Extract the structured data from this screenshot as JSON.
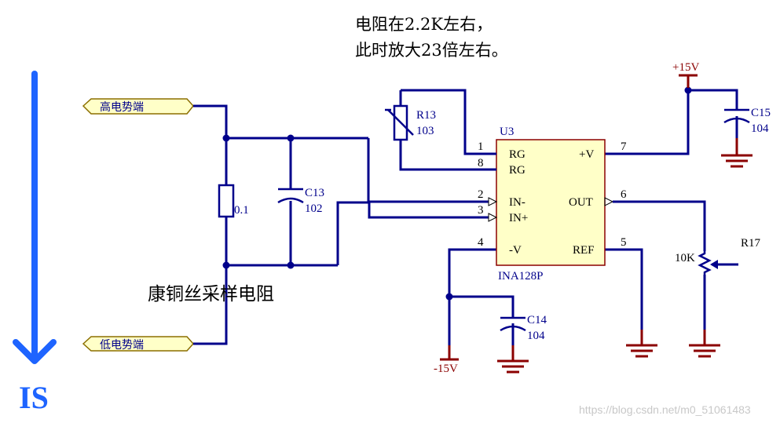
{
  "notes": {
    "line1": "电阻在2.2K左右，",
    "line2": "此时放大23倍左右。"
  },
  "ports": {
    "high": "高电势端",
    "low": "低电势端"
  },
  "shunt": {
    "value": "0.1",
    "description": "康铜丝采样电阻"
  },
  "c13": {
    "ref": "C13",
    "value": "102"
  },
  "r13": {
    "ref": "R13",
    "value": "103"
  },
  "u3": {
    "ref": "U3",
    "part": "INA128P",
    "pins": {
      "rg1_num": "1",
      "rg1_name": "RG",
      "rg8_num": "8",
      "rg8_name": "RG",
      "inm_num": "2",
      "inm_name": "IN-",
      "inp_num": "3",
      "inp_name": "IN+",
      "vm_num": "4",
      "vm_name": "-V",
      "vp_num": "7",
      "vp_name": "+V",
      "out_num": "6",
      "out_name": "OUT",
      "ref_num": "5",
      "ref_name": "REF"
    }
  },
  "c15": {
    "ref": "C15",
    "value": "104"
  },
  "c14": {
    "ref": "C14",
    "value": "104"
  },
  "r17": {
    "ref": "R17",
    "value": "10K"
  },
  "power": {
    "pos": "+15V",
    "neg": "-15V"
  },
  "current_label": "IS",
  "watermark": "https://blog.csdn.net/m0_51061483",
  "colors": {
    "wire": "#00008b",
    "power": "#8b0000",
    "port_fill": "#ffffc8",
    "chip_fill": "#ffffc8",
    "arrow": "#1e64ff"
  }
}
